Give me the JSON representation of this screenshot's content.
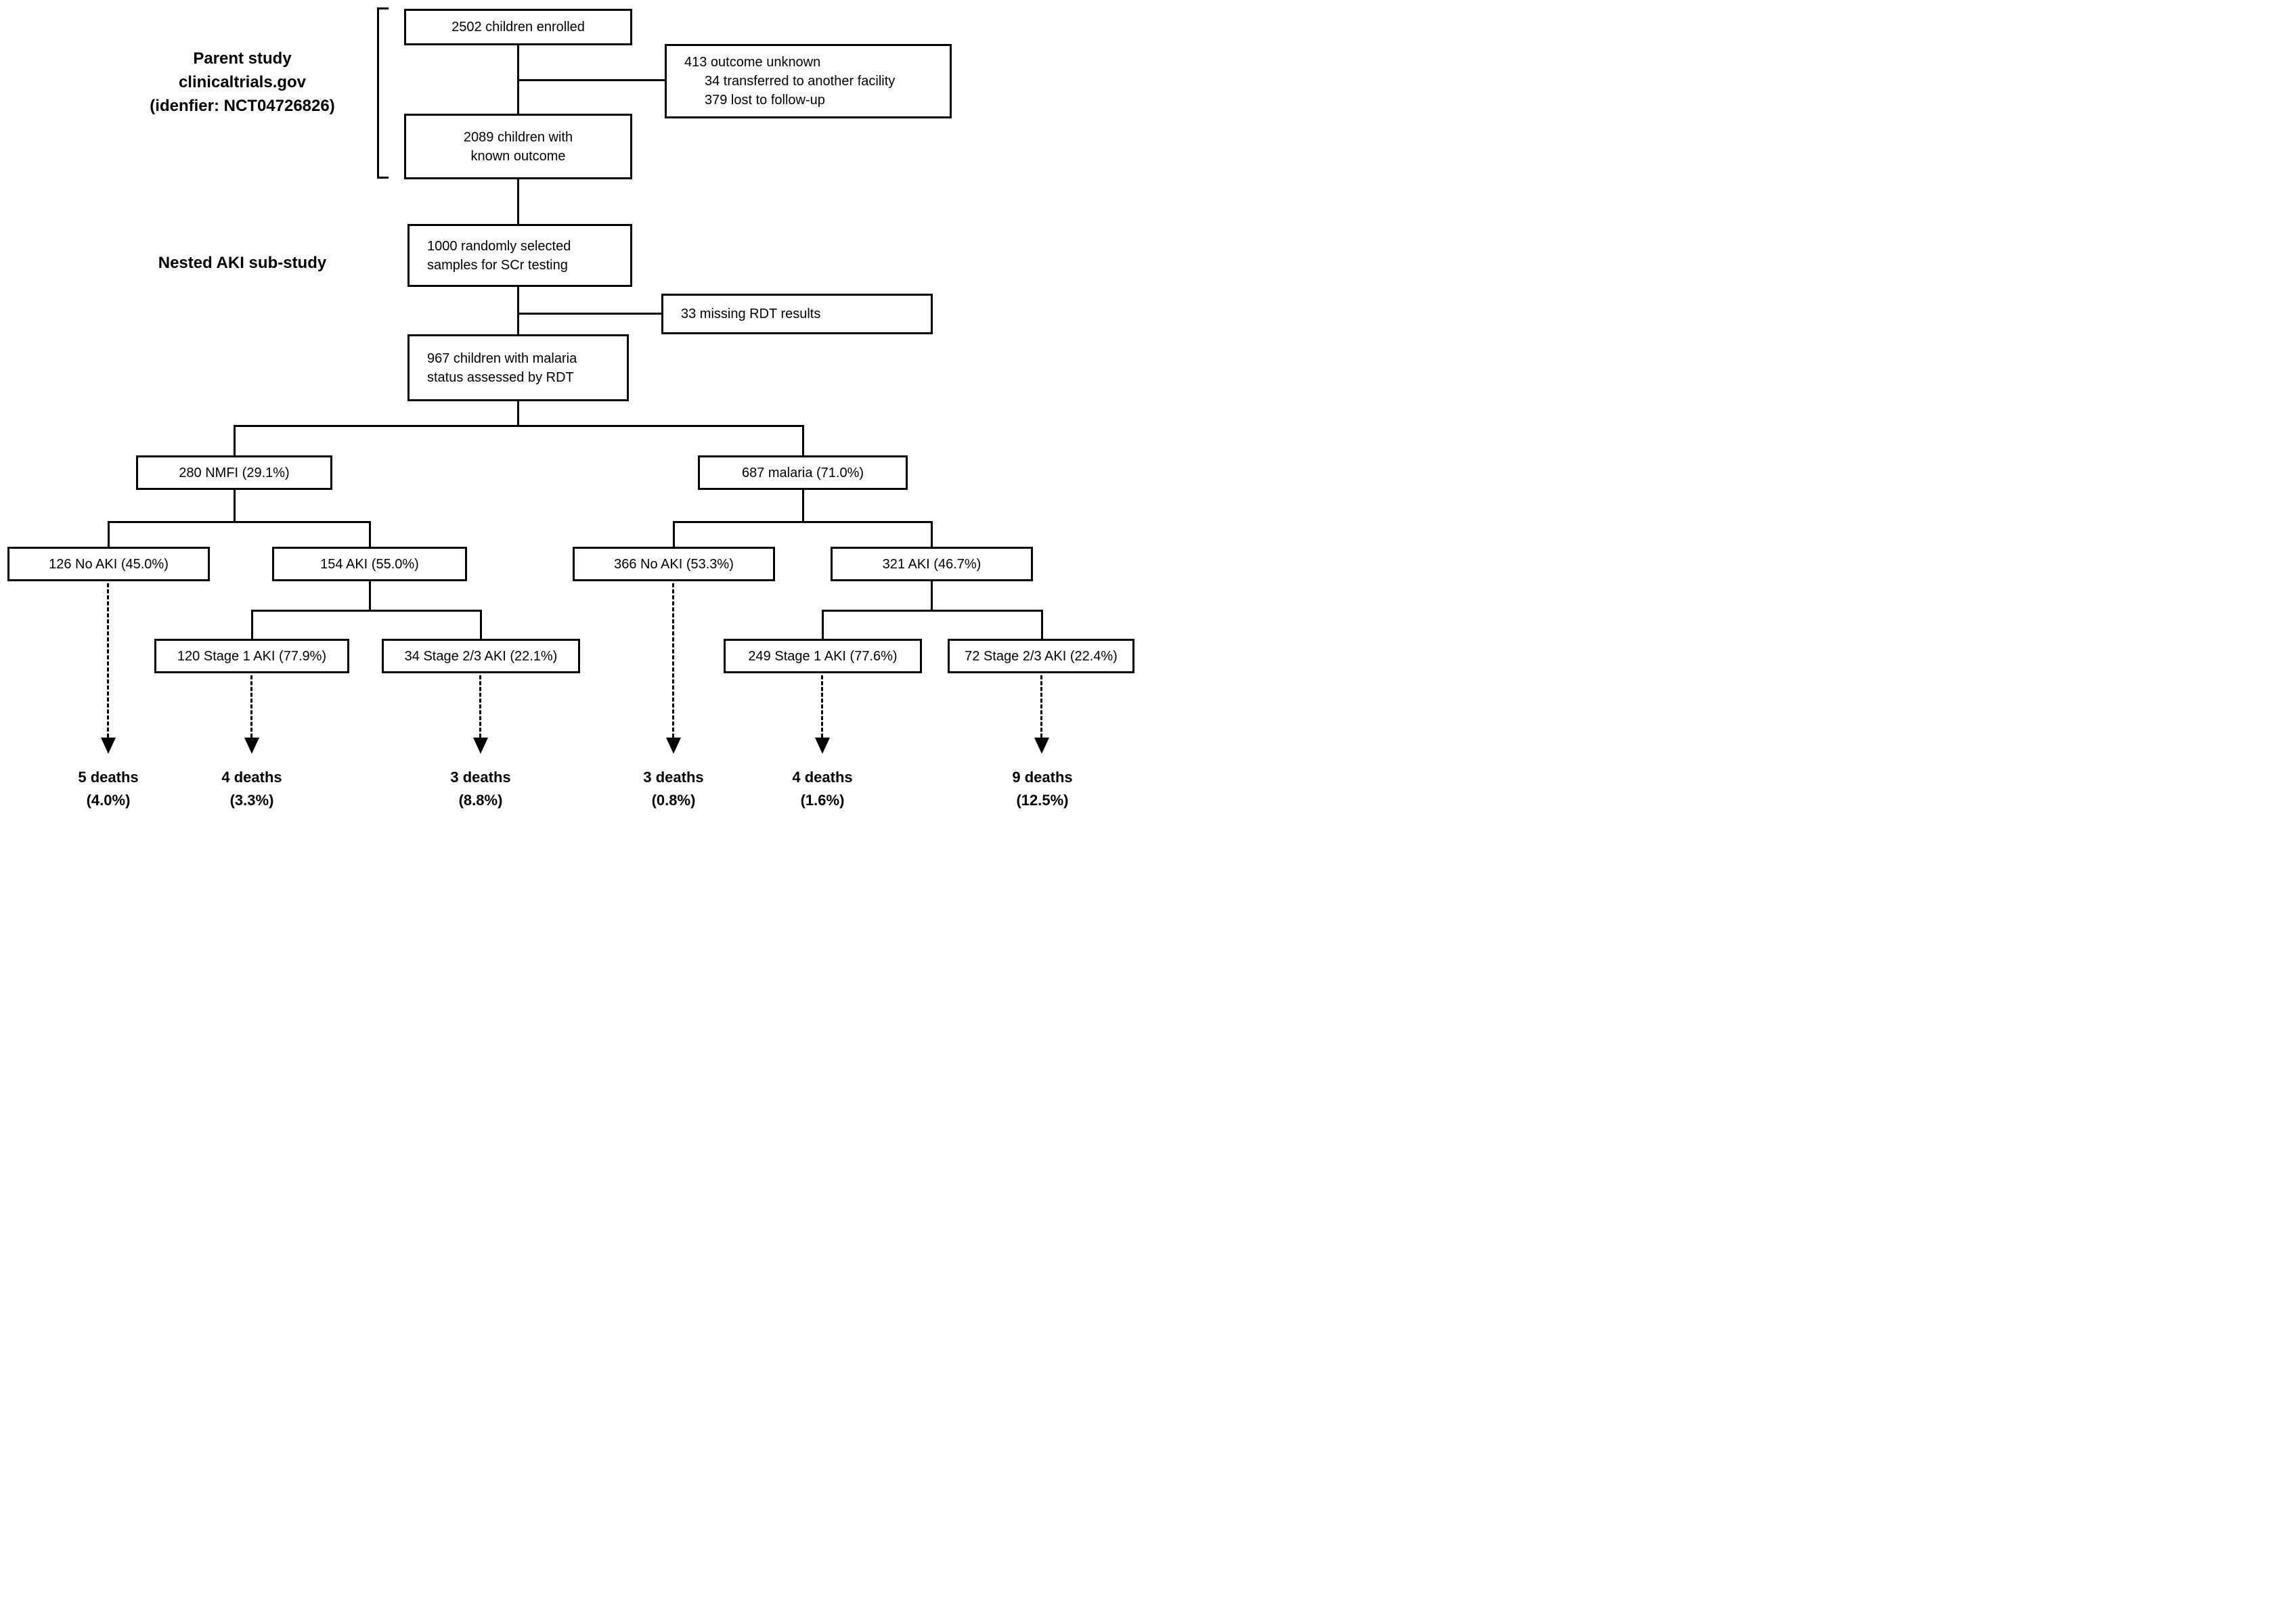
{
  "figure": {
    "type": "study-flow-diagram",
    "colors": {
      "line": "#000000",
      "background": "#ffffff",
      "text": "#000000"
    }
  },
  "labels": {
    "parent_study": {
      "line1": "Parent study",
      "line2": "clinicaltrials.gov",
      "line3": "(idenfier: NCT04726826)"
    },
    "nested_substudy": "Nested AKI sub-study"
  },
  "boxes": {
    "enrolled": "2502 children enrolled",
    "outcome_unknown": {
      "line1": "413 outcome unknown",
      "line2": "34 transferred to another facility",
      "line3": "379 lost to follow-up"
    },
    "known_outcome": {
      "line1": "2089 children with",
      "line2": "known outcome"
    },
    "samples": {
      "line1": "1000 randomly selected",
      "line2": "samples for SCr testing"
    },
    "missing_rdt": "33 missing RDT results",
    "rdt_assessed": {
      "line1": "967 children with malaria",
      "line2": "status assessed by RDT"
    },
    "nmfi": "280 NMFI (29.1%)",
    "malaria": "687 malaria (71.0%)",
    "nmfi_no_aki": "126 No AKI (45.0%)",
    "nmfi_aki": "154 AKI (55.0%)",
    "malaria_no_aki": "366 No AKI (53.3%)",
    "malaria_aki": "321 AKI (46.7%)",
    "nmfi_stage1": "120 Stage 1 AKI (77.9%)",
    "nmfi_stage23": "34 Stage 2/3 AKI (22.1%)",
    "malaria_stage1": "249 Stage 1 AKI (77.6%)",
    "malaria_stage23": "72 Stage 2/3 AKI (22.4%)"
  },
  "deaths": [
    {
      "count": "5 deaths",
      "pct": "(4.0%)"
    },
    {
      "count": "4 deaths",
      "pct": "(3.3%)"
    },
    {
      "count": "3 deaths",
      "pct": "(8.8%)"
    },
    {
      "count": "3 deaths",
      "pct": "(0.8%)"
    },
    {
      "count": "4 deaths",
      "pct": "(1.6%)"
    },
    {
      "count": "9 deaths",
      "pct": "(12.5%)"
    }
  ]
}
